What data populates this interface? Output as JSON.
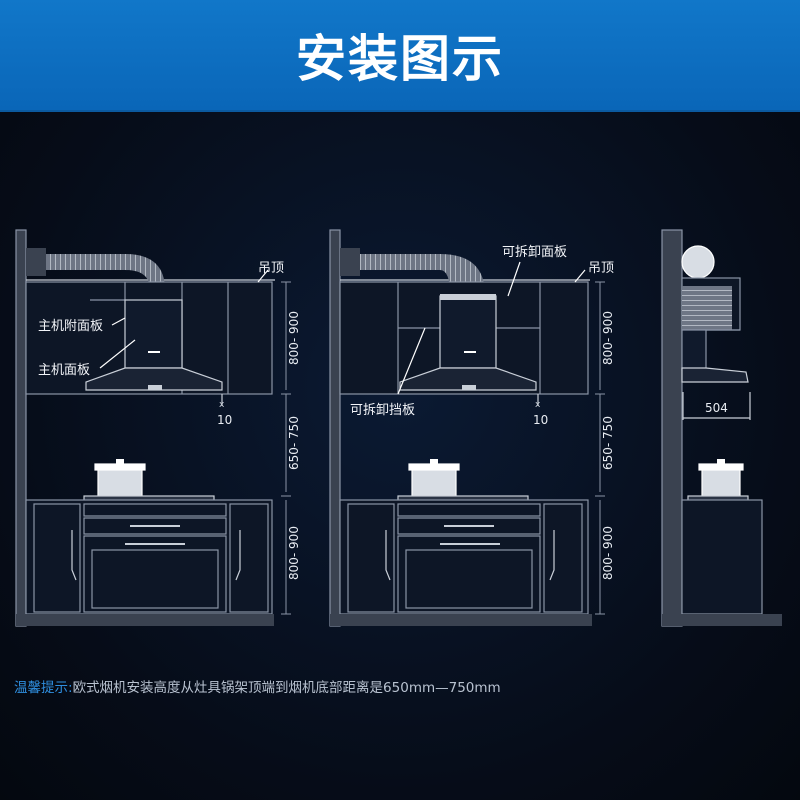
{
  "banner": {
    "title": "安装图示"
  },
  "diagram": {
    "left": {
      "ceiling_label": "吊顶",
      "side_panel_label": "主机附面板",
      "main_panel_label": "主机面板",
      "gap_label": "10",
      "upper_range": "800- 900",
      "hood_range": "650- 750",
      "base_range": "800- 900"
    },
    "middle": {
      "removable_panel_label": "可拆卸面板",
      "ceiling_label": "吊顶",
      "baffle_label": "可拆卸挡板",
      "gap_label": "10",
      "upper_range": "800- 900",
      "hood_range": "650- 750",
      "base_range": "800- 900"
    },
    "right": {
      "depth_label": "504"
    }
  },
  "tip": {
    "label": "温馨提示:",
    "text": "欧式烟机安装高度从灶具锅架顶端到烟机底部距离是650mm—750mm"
  },
  "colors": {
    "banner": "#0a66b8",
    "accent": "#2f8fe0",
    "line": "#8a94a6",
    "background": "#050a14"
  }
}
